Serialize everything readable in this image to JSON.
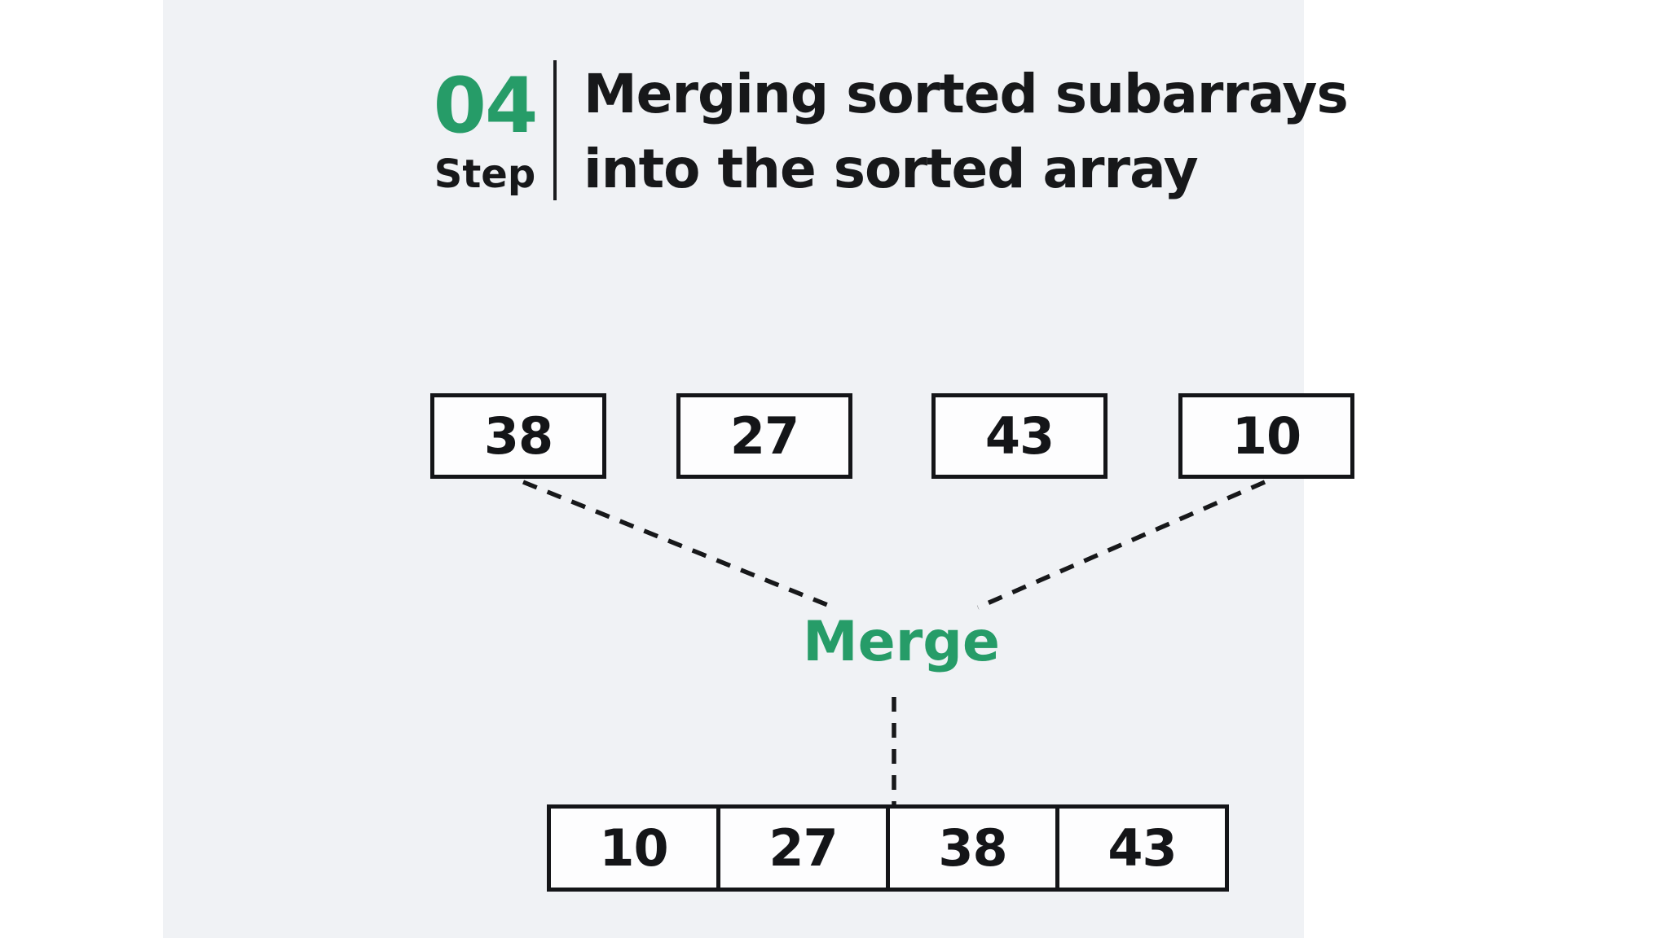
{
  "colors": {
    "page_bg": "#ffffff",
    "panel_bg": "#f0f2f5",
    "accent_green": "#269c68",
    "text_dark": "#17181a",
    "box_border": "#141518",
    "box_fill": "#fdfdfe"
  },
  "header": {
    "step_number": "04",
    "step_label": "Step",
    "title_line1": "Merging sorted subarrays",
    "title_line2": "into the sorted array"
  },
  "diagram": {
    "subarrays": [
      "38",
      "27",
      "43",
      "10"
    ],
    "merge_label": "Merge",
    "merged_array": [
      "10",
      "27",
      "38",
      "43"
    ]
  }
}
